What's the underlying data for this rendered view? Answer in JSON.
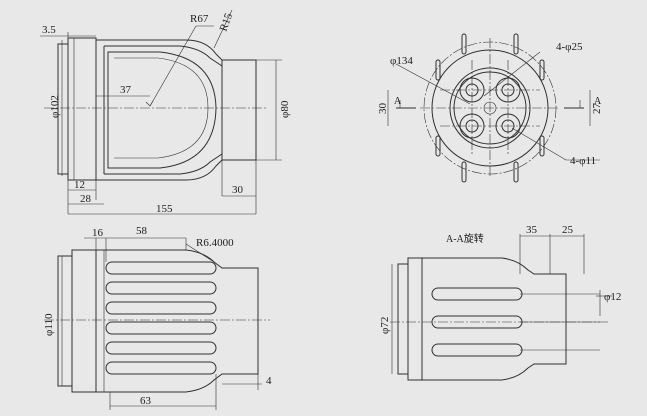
{
  "dimensions": {
    "tv_3_5": "3.5",
    "tv_r67": "R67",
    "tv_r15": "R15",
    "tv_37": "37",
    "tv_d102": "φ102",
    "tv_d80": "φ80",
    "tv_12": "12",
    "tv_28": "28",
    "tv_30": "30",
    "tv_155": "155",
    "sv_d134": "φ134",
    "sv_4d25": "4-φ25",
    "sv_30": "30",
    "sv_27": "27",
    "sv_4d11": "4-φ11",
    "sv_a_left": "A",
    "sv_a_right": "A",
    "bv_16": "16",
    "bv_58": "58",
    "bv_r6": "R6.4000",
    "bv_d110": "φ110",
    "bv_63": "63",
    "bv_4": "4",
    "sec_title": "A-A旋转",
    "sec_35": "35",
    "sec_25": "25",
    "sec_d72": "φ72",
    "sec_d12": "φ12"
  }
}
